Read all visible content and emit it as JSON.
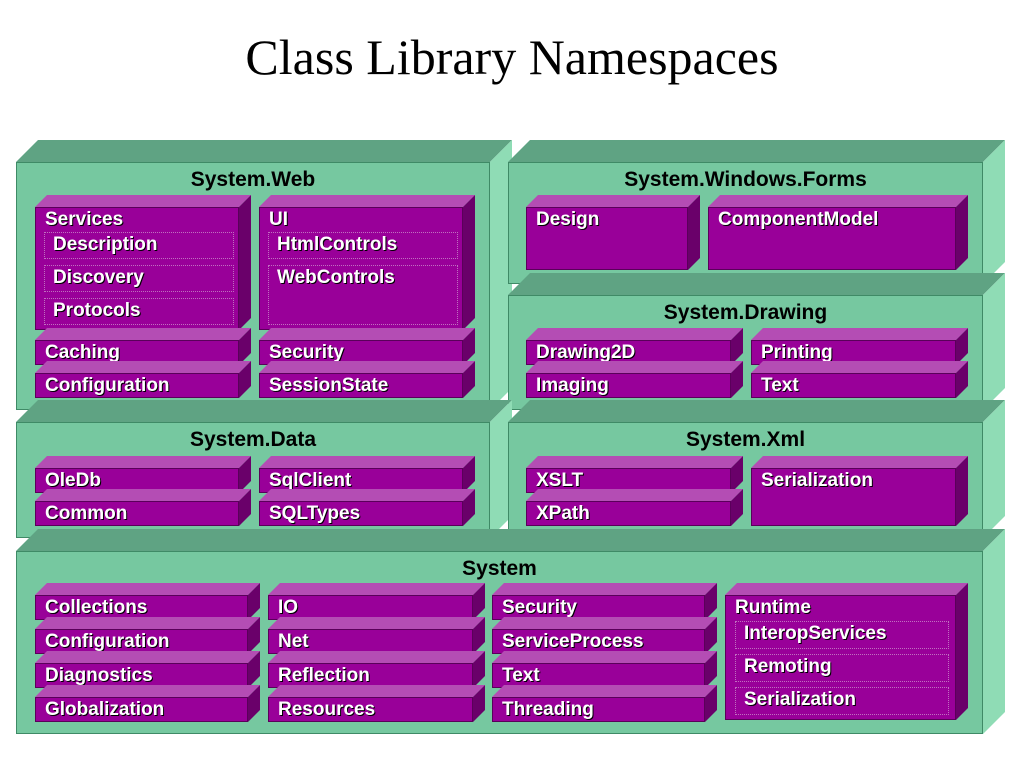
{
  "title": "Class Library Namespaces",
  "colors": {
    "panel": "#76c8a0",
    "panel_top": "#5fa383",
    "panel_side": "#8fdcb5",
    "tile": "#990099",
    "tile_top": "#b44db4",
    "tile_side": "#6a006a"
  },
  "panels": {
    "web": {
      "label": "System.Web",
      "services": {
        "label": "Services",
        "subs": [
          "Description",
          "Discovery",
          "Protocols"
        ]
      },
      "ui": {
        "label": "UI",
        "subs": [
          "HtmlControls",
          "WebControls"
        ]
      },
      "caching": "Caching",
      "configuration": "Configuration",
      "security": "Security",
      "sessionstate": "SessionState"
    },
    "forms": {
      "label": "System.Windows.Forms",
      "design": "Design",
      "componentmodel": "ComponentModel"
    },
    "drawing": {
      "label": "System.Drawing",
      "drawing2d": "Drawing2D",
      "printing": "Printing",
      "imaging": "Imaging",
      "text": "Text"
    },
    "data": {
      "label": "System.Data",
      "oledb": "OleDb",
      "sqlclient": "SqlClient",
      "common": "Common",
      "sqltypes": "SQLTypes"
    },
    "xml": {
      "label": "System.Xml",
      "xslt": "XSLT",
      "serialization": "Serialization",
      "xpath": "XPath"
    },
    "system": {
      "label": "System",
      "collections": "Collections",
      "configuration": "Configuration",
      "diagnostics": "Diagnostics",
      "globalization": "Globalization",
      "io": "IO",
      "net": "Net",
      "reflection": "Reflection",
      "resources": "Resources",
      "security": "Security",
      "serviceprocess": "ServiceProcess",
      "text": "Text",
      "threading": "Threading",
      "runtime": {
        "label": "Runtime",
        "subs": [
          "InteropServices",
          "Remoting",
          "Serialization"
        ]
      }
    }
  }
}
